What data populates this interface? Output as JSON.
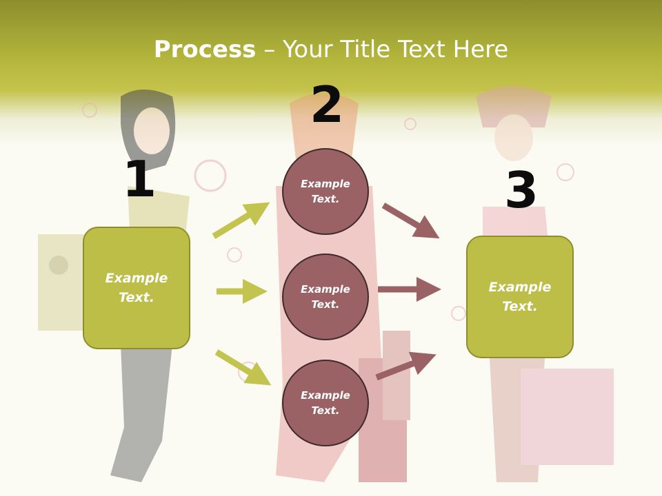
{
  "title": {
    "bold": "Process",
    "rest": " – Your Title Text Here"
  },
  "stages": [
    {
      "number": "1",
      "text_line1": "Example",
      "text_line2": "Text."
    },
    {
      "number": "2"
    },
    {
      "number": "3",
      "text_line1": "Example",
      "text_line2": "Text."
    }
  ],
  "circles": [
    {
      "text_line1": "Example",
      "text_line2": "Text."
    },
    {
      "text_line1": "Example",
      "text_line2": "Text."
    },
    {
      "text_line1": "Example",
      "text_line2": "Text."
    }
  ],
  "colors": {
    "box_fill": "#bcbe48",
    "circle_fill": "#9b6265",
    "left_arrow": "#c3c350",
    "right_arrow": "#9b6265"
  }
}
